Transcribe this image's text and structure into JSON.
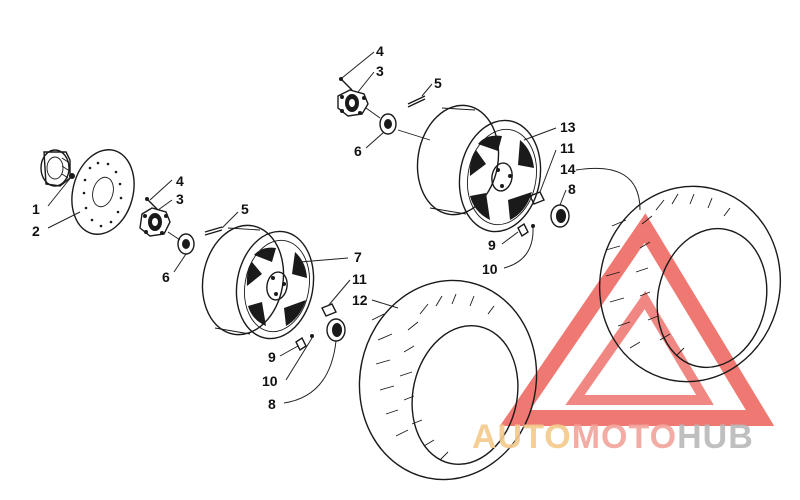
{
  "callouts": {
    "left": [
      {
        "id": "L1",
        "label": "1"
      },
      {
        "id": "L2",
        "label": "2"
      },
      {
        "id": "L3",
        "label": "3"
      },
      {
        "id": "L4",
        "label": "4"
      },
      {
        "id": "L5",
        "label": "5"
      },
      {
        "id": "L6",
        "label": "6"
      },
      {
        "id": "L7",
        "label": "7"
      },
      {
        "id": "L11",
        "label": "11"
      },
      {
        "id": "L12",
        "label": "12"
      },
      {
        "id": "L9",
        "label": "9"
      },
      {
        "id": "L10",
        "label": "10"
      },
      {
        "id": "L8",
        "label": "8"
      }
    ],
    "right": [
      {
        "id": "R4",
        "label": "4"
      },
      {
        "id": "R3",
        "label": "3"
      },
      {
        "id": "R5",
        "label": "5"
      },
      {
        "id": "R6",
        "label": "6"
      },
      {
        "id": "R13",
        "label": "13"
      },
      {
        "id": "R11",
        "label": "11"
      },
      {
        "id": "R14",
        "label": "14"
      },
      {
        "id": "R8",
        "label": "8"
      },
      {
        "id": "R9",
        "label": "9"
      },
      {
        "id": "R10",
        "label": "10"
      }
    ]
  },
  "watermark": {
    "part1": "AUTO",
    "part2": "MOTO",
    "part3": "HUB",
    "color_part1": "#f3c98a",
    "color_part2": "#f2a49a",
    "color_part3": "#b9b9b9",
    "triangle_color": "#e8382f"
  }
}
